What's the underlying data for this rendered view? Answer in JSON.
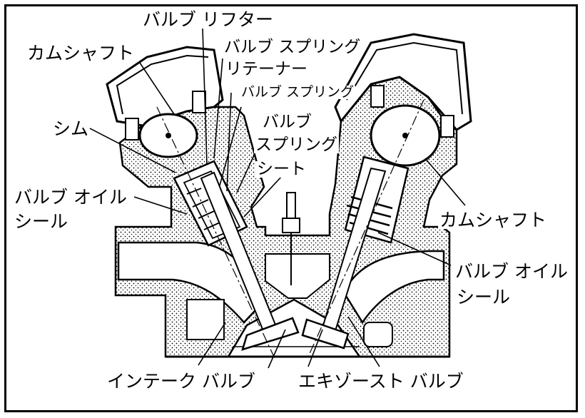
{
  "labels": {
    "valve_lifter": "バルブ リフター",
    "camshaft_left": "カムシャフト",
    "valve_spring_retainer_1": "バルブ スプリング",
    "valve_spring_retainer_2": "リテーナー",
    "valve_spring": "バルブ スプリング",
    "shim": "シム",
    "valve_spring_seat_1": "バルブ",
    "valve_spring_seat_2": "スプリング",
    "valve_spring_seat_3": "シート",
    "valve_oil_seal_left_1": "バルブ オイル",
    "valve_oil_seal_left_2": "シール",
    "camshaft_right": "カムシャフト",
    "valve_oil_seal_right_1": "バルブ オイル",
    "valve_oil_seal_right_2": "シール",
    "intake_valve": "インテーク バルブ",
    "exhaust_valve": "エキゾースト バルブ"
  },
  "colors": {
    "ink": "#000000",
    "paper": "#ffffff",
    "stipple": "#d9d9d9"
  }
}
